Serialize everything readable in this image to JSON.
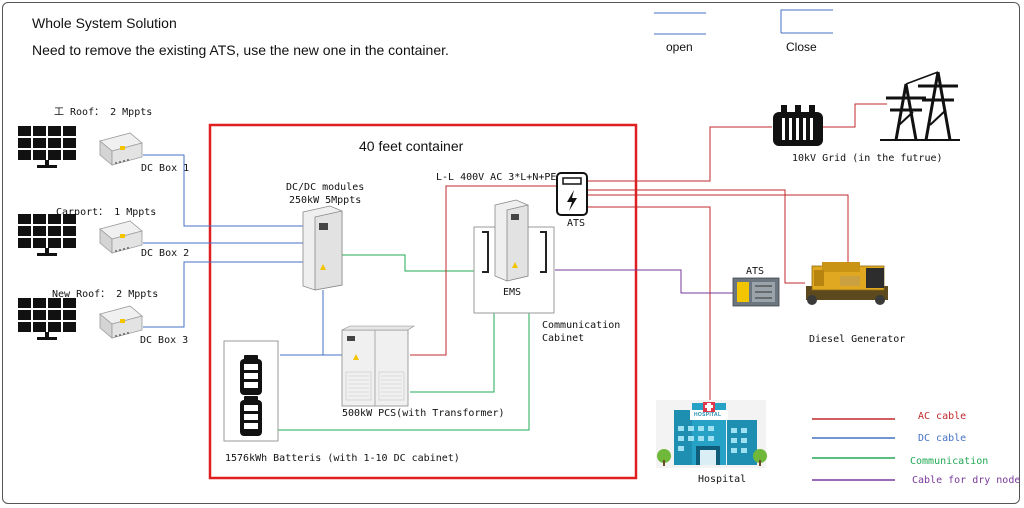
{
  "title": "Whole System Solution",
  "subtitle": "Need to remove the existing ATS, use the new one in the container.",
  "switch_legend": {
    "open": "open",
    "close": "Close"
  },
  "container_label": "40 feet container",
  "pv": [
    {
      "label": "工 Roof： 2 Mppts",
      "box": "DC Box 1"
    },
    {
      "label": "Carport： 1 Mppts",
      "box": "DC Box 2"
    },
    {
      "label": "New Roof： 2 Mppts",
      "box": "DC Box 3"
    }
  ],
  "dcdc": {
    "line1": "DC/DC modules",
    "line2": "250kW 5Mppts"
  },
  "ac_bus": "L-L 400V AC 3*L+N+PE",
  "ats_container": "ATS",
  "ems": "EMS",
  "comm_cabinet": {
    "line1": "Communication",
    "line2": "Cabinet"
  },
  "pcs": "500kW PCS(with Transformer)",
  "batteries": "1576kWh Batteris  (with 1-10 DC cabinet)",
  "grid": "10kV Grid (in the futrue)",
  "ats_generator": "ATS",
  "generator": "Diesel Generator",
  "hospital": "Hospital",
  "hospital_sign": "HOSPITAL",
  "cable_legend": [
    {
      "label": "AC cable",
      "color": "#c0282d"
    },
    {
      "label": "DC cable",
      "color": "#4472c4"
    },
    {
      "label": "Communication",
      "color": "#22a855"
    },
    {
      "label": "Cable for dry node",
      "color": "#7a3a9a"
    }
  ],
  "colors": {
    "container_border": "#e02020",
    "ac": "#c0282d",
    "dc": "#4472c4",
    "comm": "#22a855",
    "dry": "#7a3a9a",
    "grid_line": "#c8505a"
  }
}
